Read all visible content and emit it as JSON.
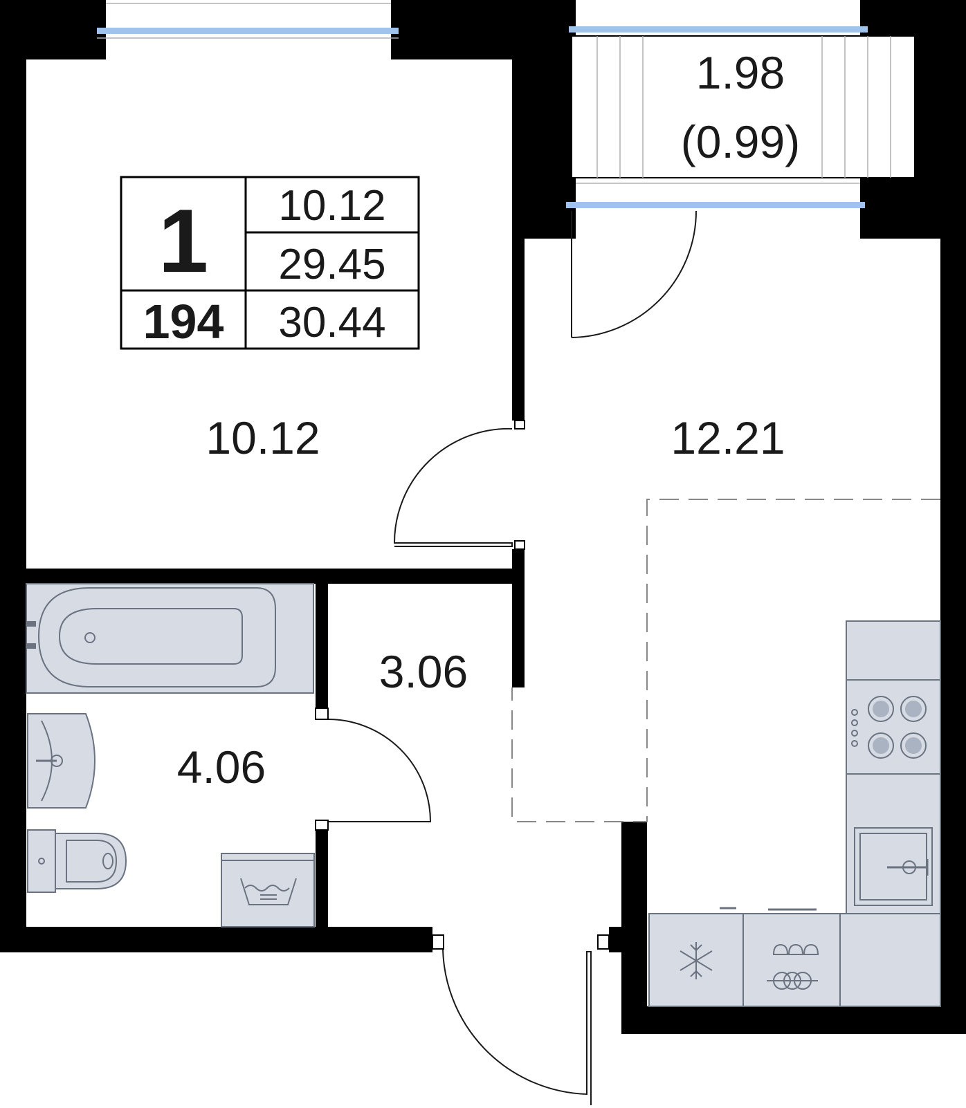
{
  "plan": {
    "info_box": {
      "rooms": "1",
      "number": "194",
      "living_area": "10.12",
      "area_without_balcony": "29.45",
      "total_area": "30.44"
    },
    "rooms": [
      {
        "id": "bedroom",
        "area": "10.12"
      },
      {
        "id": "kitchen-living",
        "area": "12.21"
      },
      {
        "id": "hallway",
        "area": "3.06"
      },
      {
        "id": "bathroom",
        "area": "4.06"
      }
    ],
    "balcony": {
      "area": "1.98",
      "reduced_area": "(0.99)"
    },
    "colors": {
      "wall": "#000000",
      "fixture": "#d6dbe4",
      "window": "#9fc3ea"
    }
  }
}
